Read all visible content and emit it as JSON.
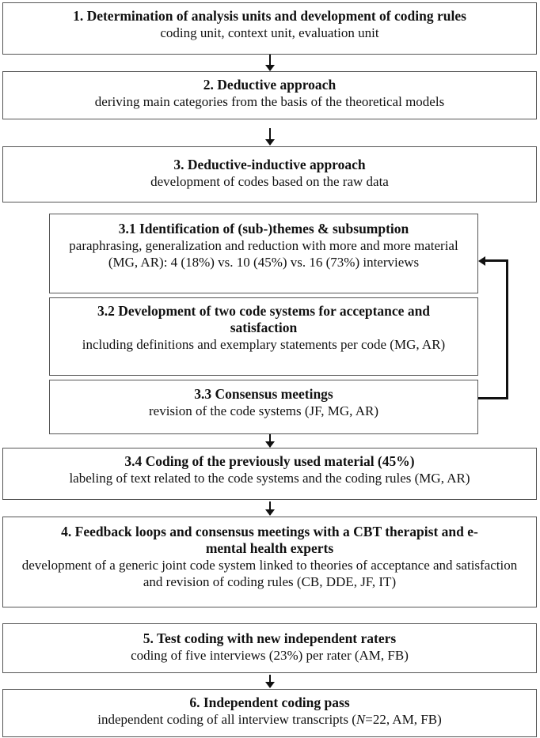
{
  "diagram": {
    "type": "flowchart",
    "steps": [
      {
        "id": "1",
        "title": "1. Determination of analysis units and development of coding rules",
        "description": "coding unit, context unit, evaluation unit"
      },
      {
        "id": "2",
        "title": "2. Deductive approach",
        "description": "deriving main categories from the basis of the theoretical models"
      },
      {
        "id": "3",
        "title": "3. Deductive-inductive approach",
        "description": "development of codes based on the raw data"
      },
      {
        "id": "3.1",
        "title": "3.1 Identification of (sub-)themes & subsumption",
        "description": "paraphrasing, generalization and reduction with more and more material (MG, AR): 4 (18%) vs. 10 (45%) vs. 16 (73%) interviews"
      },
      {
        "id": "3.2",
        "title": "3.2 Development of two code systems for acceptance and satisfaction",
        "description": "including definitions and exemplary statements per code (MG, AR)"
      },
      {
        "id": "3.3",
        "title": "3.3 Consensus meetings",
        "description": "revision of the code systems (JF, MG, AR)"
      },
      {
        "id": "3.4",
        "title": "3.4 Coding of the previously used material (45%)",
        "description": "labeling of text related to the code systems and the coding rules (MG, AR)"
      },
      {
        "id": "4",
        "title": "4. Feedback loops and consensus meetings with a CBT therapist and e-mental health experts",
        "description": "development of a generic joint code system linked to theories of acceptance and satisfaction and revision of coding rules (CB, DDE, JF, IT)"
      },
      {
        "id": "5",
        "title": "5. Test coding with new independent raters",
        "description": "coding of five interviews (23%) per rater (AM, FB)"
      },
      {
        "id": "6",
        "title": "6. Independent coding pass",
        "description_prefix": "independent coding of all interview transcripts (",
        "description_italic": "N",
        "description_suffix": "=22, AM, FB)"
      }
    ],
    "edges": [
      {
        "from": "1",
        "to": "2"
      },
      {
        "from": "2",
        "to": "3"
      },
      {
        "from": "3.3",
        "to": "3.4"
      },
      {
        "from": "3.3",
        "to": "3.1",
        "kind": "feedback-loop"
      },
      {
        "from": "3.4",
        "to": "4"
      },
      {
        "from": "5",
        "to": "6"
      }
    ]
  }
}
